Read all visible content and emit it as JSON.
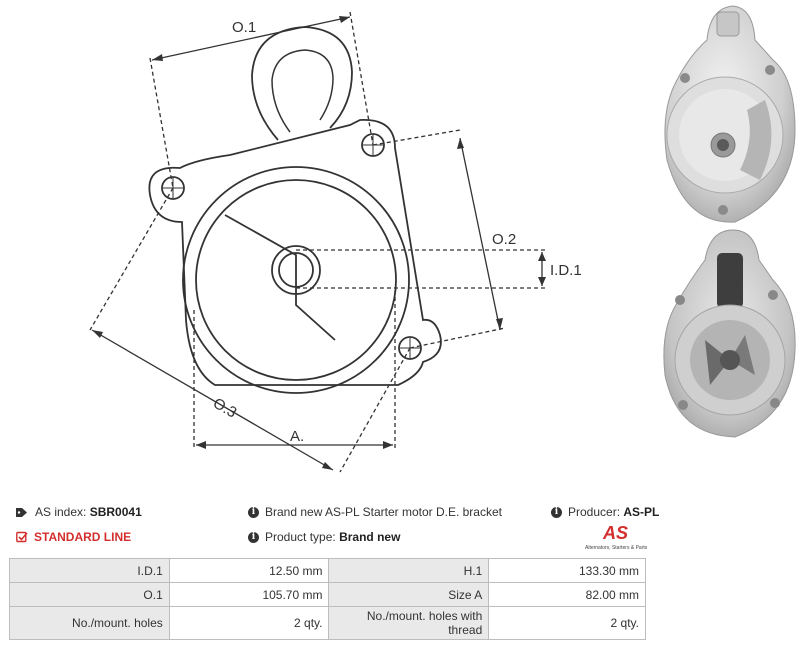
{
  "drawing": {
    "labels": {
      "o1": "O.1",
      "o2": "O.2",
      "o3": "O.3",
      "id1": "I.D.1",
      "a": "A."
    }
  },
  "info": {
    "as_index_label": "AS index:",
    "as_index_value": "SBR0041",
    "standard_line": "STANDARD LINE",
    "description": "Brand new AS-PL Starter motor D.E. bracket",
    "product_type_label": "Product type:",
    "product_type_value": "Brand new",
    "producer_label": "Producer:",
    "producer_value": "AS-PL",
    "logo_text": "AS",
    "logo_tagline": "Alternators, Starters & Parts"
  },
  "specs": {
    "rows": [
      {
        "l1": "I.D.1",
        "v1": "12.50 mm",
        "l2": "H.1",
        "v2": "133.30 mm"
      },
      {
        "l1": "O.1",
        "v1": "105.70 mm",
        "l2": "Size A",
        "v2": "82.00 mm"
      },
      {
        "l1": "No./mount. holes",
        "v1": "2 qty.",
        "l2": "No./mount. holes with thread",
        "v2": "2 qty."
      }
    ]
  },
  "colors": {
    "accent": "#d32f2f",
    "label_bg": "#e9e9e9",
    "border": "#bdbdbd"
  },
  "icons": {
    "tag": "tag-icon",
    "check": "checkbox-icon",
    "info": "info-icon"
  }
}
